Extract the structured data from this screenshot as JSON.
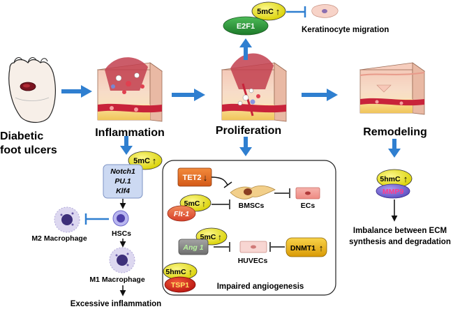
{
  "stages": {
    "dfu_line1": "Diabetic",
    "dfu_line2": "foot ulcers",
    "inflammation": "Inflammation",
    "proliferation": "Proliferation",
    "remodeling": "Remodeling"
  },
  "marks": {
    "five_mc": "5mC",
    "five_hmc": "5hmC",
    "up_arrow": "↑",
    "down_arrow": "↓"
  },
  "inflammation_branch": {
    "genes": [
      "Notch1",
      "PU.1",
      "Klf4"
    ],
    "hscs": "HSCs",
    "m2": "M2 Macrophage",
    "m1": "M1 Macrophage",
    "outcome": "Excessive inflammation"
  },
  "proliferation_branch": {
    "e2f1": "E2F1",
    "keratinocyte": "Keratinocyte migration",
    "tet2": "TET2",
    "flt1": "Flt-1",
    "bmscs": "BMSCs",
    "ecs": "ECs",
    "ang1": "Ang 1",
    "dnmt1": "DNMT1",
    "huvecs": "HUVECs",
    "tsp1": "TSP1",
    "box_caption": "Impaired angiogenesis"
  },
  "remodeling_branch": {
    "mmp9": "MMP9",
    "outcome_line1": "Imbalance between ECM",
    "outcome_line2": "synthesis and degradation"
  },
  "colors": {
    "blue_arrow": "#2f7fd0",
    "yellow": "#e9e41a",
    "green": "#2e9a3c",
    "orange_box": "#e9732a",
    "gold_box": "#e8b010",
    "red_oval": "#d8261e",
    "purple_oval": "#7b6dd4",
    "gray_box": "#8a8a8a"
  }
}
